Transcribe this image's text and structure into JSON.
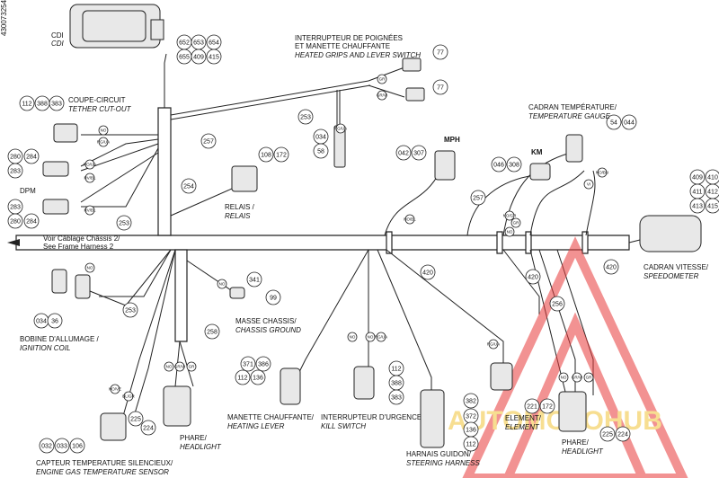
{
  "side_code": "430073254",
  "labels": {
    "cdi_fr": "CDI",
    "cdi_en": "CDI",
    "heated_fr1": "INTERRUPTEUR DE POIGNÉES",
    "heated_fr2": "ET MANETTE CHAUFFANTE",
    "heated_en": "HEATED GRIPS AND LEVER SWITCH",
    "tether_fr": "COUPE-CIRCUIT",
    "tether_en": "TETHER CUT-OUT",
    "dpm": "DPM",
    "relay_fr": "RELAIS /",
    "relay_en": "RELAIS",
    "mph": "MPH",
    "km": "KM",
    "tempgauge_fr": "CADRAN TEMPÉRATURE/",
    "tempgauge_en": "TEMPERATURE GAUGE",
    "frame_fr": "Voir Câblage Châssis 2/",
    "frame_en": "See Frame Harness 2",
    "speedo_fr": "CADRAN VITESSE/",
    "speedo_en": "SPEEDOMETER",
    "coil_fr": "BOBINE D'ALLUMAGE /",
    "coil_en": "IGNITION COIL",
    "ground_fr": "MASSE CHASSIS/",
    "ground_en": "CHASSIS GROUND",
    "heatlever_fr": "MANETTE CHAUFFANTE/",
    "heatlever_en": "HEATING LEVER",
    "kill_fr": "INTERRUPTEUR D'URGENCE/",
    "kill_en": "KILL SWITCH",
    "steer_fr": "HARNAIS GUIDON/",
    "steer_en": "STEERING HARNESS",
    "element_fr": "ELEMENT/",
    "element_en": "ELEMENT",
    "head1_fr": "PHARE/",
    "head1_en": "HEADLIGHT",
    "head2_fr": "PHARE/",
    "head2_en": "HEADLIGHT",
    "exhaust_fr": "CAPTEUR TEMPERATURE SILENCIEUX/",
    "exhaust_en": "ENGINE GAS TEMPERATURE SENSOR",
    "watermark": "AUTOMOTOHUB"
  },
  "badges": {
    "b652": "652",
    "b653": "653",
    "b654": "654",
    "b655": "655",
    "b409a": "409",
    "b415a": "415",
    "b77a": "77",
    "b77b": "77",
    "b112a": "112",
    "b388a": "388",
    "b383a": "383",
    "b280a": "280",
    "b284a": "284",
    "b283a": "283",
    "b283b": "283",
    "b280b": "280",
    "b284b": "284",
    "b257a": "257",
    "b253a": "253",
    "b253b": "253",
    "b253c": "253",
    "b254": "254",
    "b108": "108",
    "b172a": "172",
    "b034a": "034",
    "b58": "58",
    "b042": "042",
    "b307": "307",
    "b046": "046",
    "b308": "308",
    "b54": "54",
    "b044": "044",
    "b409b": "409",
    "b410": "410",
    "b411": "411",
    "b412": "412",
    "b413": "413",
    "b415b": "415",
    "b257b": "257",
    "b420a": "420",
    "b420b": "420",
    "b420c": "420",
    "b034b": "034",
    "b36": "36",
    "b341": "341",
    "b99": "99",
    "b258": "258",
    "b256": "256",
    "b371": "371",
    "b386": "386",
    "b112b": "112",
    "b136a": "136",
    "b112c": "112",
    "b388b": "388",
    "b383b": "383",
    "b382": "382",
    "b372": "372",
    "b136b": "136",
    "b112d": "112",
    "b221": "221",
    "b172b": "172",
    "b225a": "225",
    "b224a": "224",
    "b225b": "225",
    "b224b": "224",
    "b032": "032",
    "b033": "033",
    "b106": "106"
  },
  "wire_colors": {
    "no1": "NO",
    "rgua": "RG/UA",
    "ro": "RO/UA",
    "ruv": "RV/BL",
    "rvb": "RV/BL",
    "gr": "GR",
    "grvi": "GR/VI",
    "rgua2": "RG/UA",
    "nobl": "NO/BL",
    "noj": "NO/GR",
    "no2": "NO",
    "grn": "GR",
    "vi": "VI",
    "nobu": "NO/BU",
    "no3": "NO",
    "no4": "NO",
    "no5": "NO",
    "no6": "NO",
    "rgua3": "RG/UA",
    "nob": "NO",
    "grvi2": "GR/VI",
    "gr2": "GR",
    "blgr": "BL/GR",
    "novr": "NO/VE",
    "grvi3": "GR/VI",
    "no7": "NO",
    "gr3": "GR",
    "rgua4": "RG/UA"
  }
}
